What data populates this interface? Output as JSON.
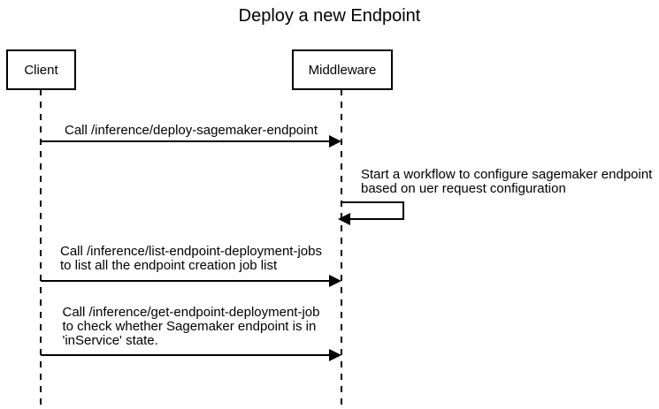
{
  "title": "Deploy a new Endpoint",
  "actors": [
    {
      "name": "Client"
    },
    {
      "name": "Middleware"
    }
  ],
  "messages": [
    {
      "from": "Client",
      "to": "Middleware",
      "kind": "solid-arrow",
      "lines": [
        "Call /inference/deploy-sagemaker-endpoint"
      ]
    },
    {
      "from": "Middleware",
      "to": "Middleware",
      "kind": "self-arrow",
      "lines": [
        "Start a workflow to configure sagemaker endpoint",
        "based on uer request configuration"
      ]
    },
    {
      "from": "Client",
      "to": "Middleware",
      "kind": "solid-arrow",
      "lines": [
        "Call /inference/list-endpoint-deployment-jobs",
        "to list all the endpoint creation job list"
      ]
    },
    {
      "from": "Client",
      "to": "Middleware",
      "kind": "solid-arrow",
      "lines": [
        "Call /inference/get-endpoint-deployment-job",
        "to check whether Sagemaker endpoint is in",
        "'inService' state."
      ]
    }
  ],
  "colors": {
    "line": "#000000",
    "text": "#000000",
    "background": "#ffffff"
  }
}
